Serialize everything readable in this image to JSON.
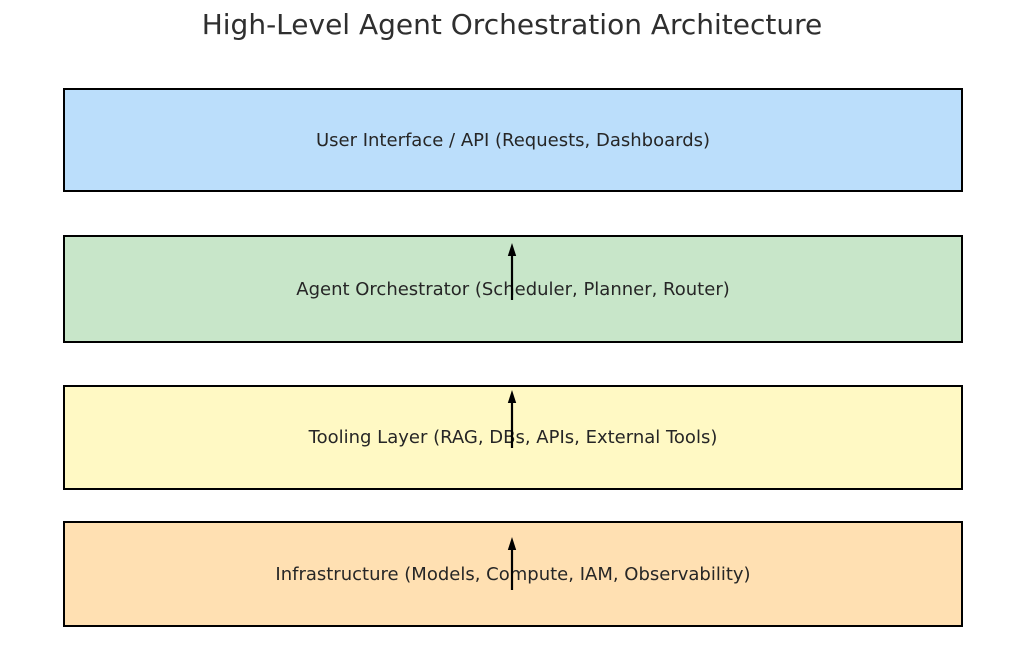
{
  "title": "High-Level Agent Orchestration Architecture",
  "diagram": {
    "border_color": "#000000",
    "arrow_color": "#000000",
    "layers": [
      {
        "id": "ui",
        "label": "User Interface / API (Requests, Dashboards)",
        "fill": "#BBDEFB"
      },
      {
        "id": "orchestrator",
        "label": "Agent Orchestrator (Scheduler, Planner, Router)",
        "fill": "#C8E6C9"
      },
      {
        "id": "tooling",
        "label": "Tooling Layer (RAG, DBs, APIs, External Tools)",
        "fill": "#FFF9C4"
      },
      {
        "id": "infra",
        "label": "Infrastructure (Models, Compute, IAM, Observability)",
        "fill": "#FFE0B2"
      }
    ],
    "arrows": [
      {
        "direction": "up",
        "from": "orchestrator",
        "to": "ui"
      },
      {
        "direction": "up",
        "from": "tooling",
        "to": "orchestrator"
      },
      {
        "direction": "up",
        "from": "infra",
        "to": "tooling"
      }
    ]
  }
}
